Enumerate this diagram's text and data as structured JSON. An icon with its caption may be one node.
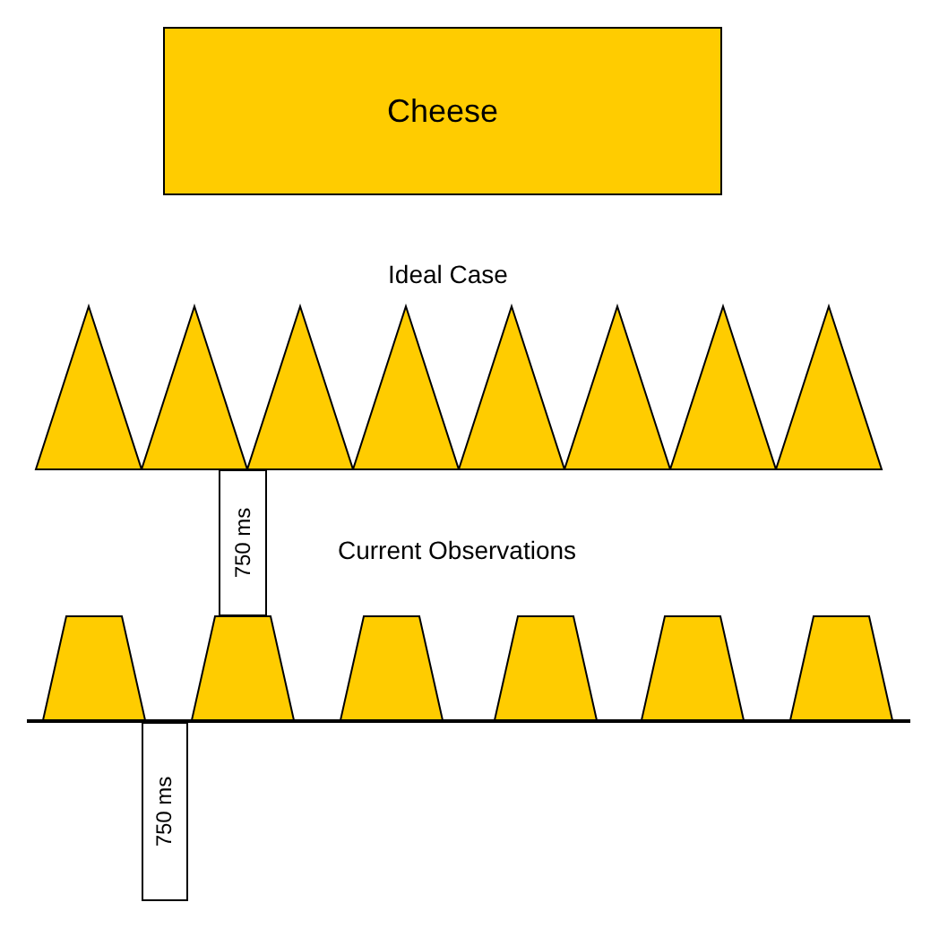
{
  "diagram": {
    "nodes": [
      {
        "text": [
          "Cheese"
        ]
      },
      {
        "text": [],
        "shape": "triangle"
      },
      {
        "text": [],
        "shape": "triangle"
      },
      {
        "text": [],
        "shape": "triangle"
      },
      {
        "text": [],
        "shape": "triangle"
      },
      {
        "text": [],
        "shape": "triangle"
      },
      {
        "text": [],
        "shape": "triangle"
      },
      {
        "text": [],
        "shape": "triangle"
      },
      {
        "text": [],
        "shape": "triangle"
      },
      {
        "text": [],
        "shape": "trapezoid"
      },
      {
        "text": [],
        "shape": "trapezoid"
      },
      {
        "text": [],
        "shape": "trapezoid"
      },
      {
        "text": [],
        "shape": "trapezoid"
      },
      {
        "text": [],
        "shape": "trapezoid"
      },
      {
        "text": [],
        "shape": "trapezoid"
      },
      {
        "text": [
          "750 ms"
        ]
      },
      {
        "text": [
          "750 ms"
        ]
      }
    ],
    "labels": [
      "Ideal Case",
      "Current Observations"
    ]
  }
}
